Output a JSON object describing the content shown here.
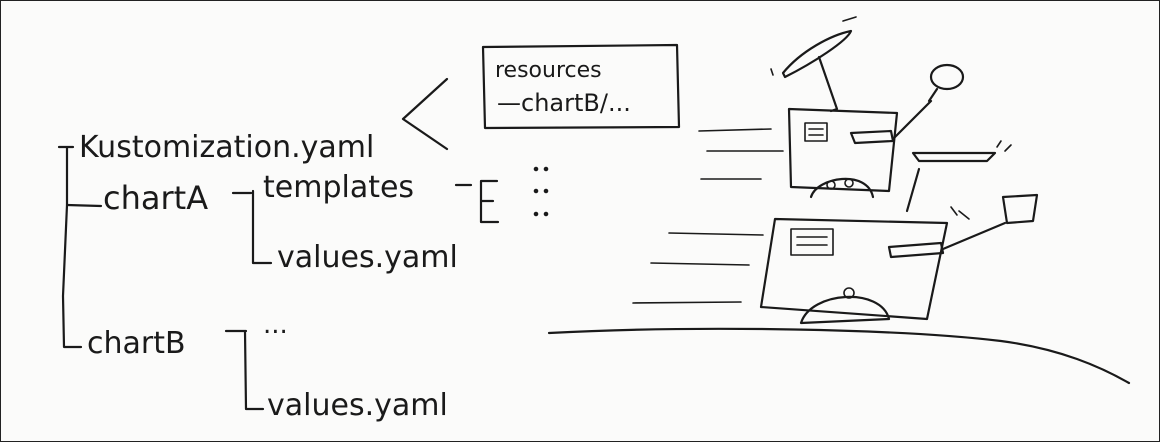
{
  "tree": {
    "kustomization": "Kustomization.yaml",
    "chart_a": "chartA",
    "chart_a_templates": "templates",
    "chart_a_values": "values.yaml",
    "chart_b": "chartB",
    "chart_b_ellipsis": "...",
    "chart_b_values": "values.yaml"
  },
  "callout": {
    "line1": "resources",
    "line2": "—chartB/..."
  },
  "colors": {
    "ink": "#1a1a1a",
    "paper": "#fbfbfa"
  }
}
